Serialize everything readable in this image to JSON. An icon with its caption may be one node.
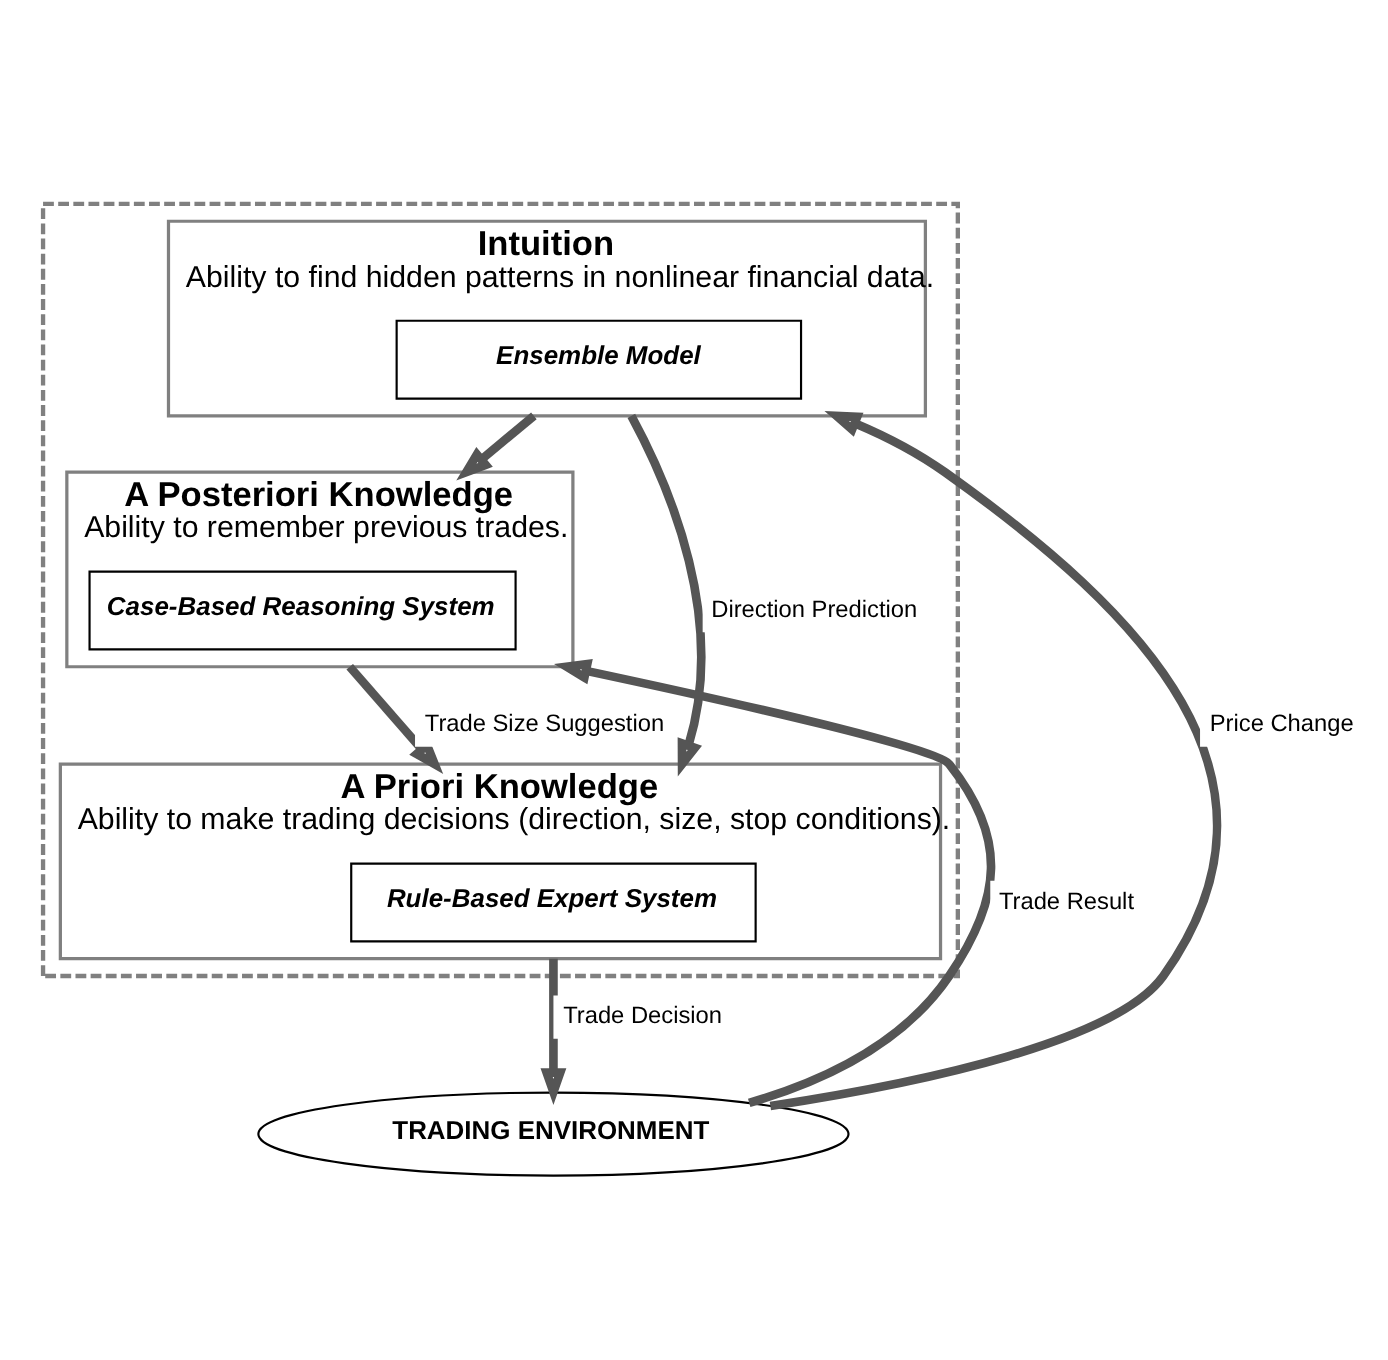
{
  "diagram": {
    "nodes": [
      {
        "text": [],
        "shape": "box"
      },
      {
        "text": [
          "Intuition",
          "Ability to find hidden patterns in nonlinear financial data."
        ],
        "in": 0
      },
      {
        "text": [
          "Ensemble Model"
        ],
        "in": 1
      },
      {
        "text": [
          "A Posteriori Knowledge",
          "Ability to remember previous trades."
        ],
        "in": 0
      },
      {
        "text": [
          "Case-Based Reasoning System"
        ],
        "in": 3
      },
      {
        "text": [
          "A Priori Knowledge",
          "Ability to make trading decisions (direction, size, stop conditions)."
        ],
        "in": 0
      },
      {
        "text": [
          "Rule-Based Expert System"
        ],
        "in": 5
      },
      {
        "text": [
          "TRADING ENVIRONMENT"
        ]
      }
    ],
    "edges": [
      {
        "from": 1,
        "to": 5,
        "arrow": "to",
        "label": "Direction Prediction"
      },
      {
        "from": 1,
        "to": 3,
        "arrow": "to"
      },
      {
        "from": 3,
        "to": 5,
        "arrow": "to",
        "label": "Trade Size Suggestion"
      },
      {
        "from": 5,
        "to": 7,
        "arrow": "to",
        "label": "Trade Decision"
      },
      {
        "from": 7,
        "to": 1,
        "arrow": "to",
        "label": "Price Change"
      },
      {
        "from": 7,
        "to": 3,
        "arrow": "to",
        "label": "Trade Result"
      }
    ]
  }
}
